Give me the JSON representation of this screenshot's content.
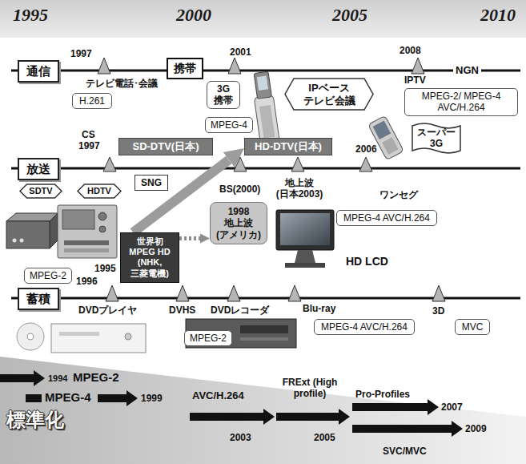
{
  "diagram": {
    "nodes": [
      {
        "text": [
          "通信"
        ]
      },
      {
        "text": [
          "H.261"
        ]
      },
      {
        "text": [
          "携帯"
        ]
      },
      {
        "text": [
          "3G 携帯"
        ]
      },
      {
        "text": [
          "MPEG-4"
        ]
      },
      {
        "text": [
          "IPベース テレビ会議"
        ]
      },
      {
        "text": [
          "MPEG-2/ MPEG-4 AVC/H.264"
        ]
      },
      {
        "text": [
          "スーパー 3G"
        ]
      },
      {
        "text": [
          "放送"
        ]
      },
      {
        "text": [
          "SD-DTV(日本)"
        ]
      },
      {
        "text": [
          "HD-DTV(日本)"
        ]
      },
      {
        "text": [
          "SDTV"
        ]
      },
      {
        "text": [
          "HDTV"
        ]
      },
      {
        "text": [
          "SNG"
        ]
      },
      {
        "text": [
          "MPEG-4 AVC/H.264"
        ]
      },
      {
        "text": [
          "1998 地上波 (アメリカ)"
        ]
      },
      {
        "text": [
          "MPEG-2"
        ]
      },
      {
        "text": [
          "世界初 MPEG HD (NHK, 三菱電機)"
        ]
      },
      {
        "text": [
          "蓄積"
        ]
      },
      {
        "text": [
          "MPEG-2"
        ]
      },
      {
        "text": [
          "MPEG-4 AVC/H.264"
        ]
      },
      {
        "text": [
          "MVC"
        ]
      }
    ],
    "edges": [
      {
        "from": 17,
        "to": 10,
        "arrow": "to"
      },
      {
        "from": 17,
        "to": 15,
        "arrow": "to"
      }
    ],
    "labels": [
      "1995",
      "2000",
      "2005",
      "2010",
      "1997",
      "テレビ電話･会議",
      "2001",
      "2008",
      "NGN",
      "IPTV",
      "CS",
      "1997",
      "BS(2000)",
      "地上波 (日本2003)",
      "2006",
      "ワンセグ",
      "1995",
      "HD LCD",
      "1996",
      "DVDプレイヤ",
      "DVHS",
      "DVDレコーダ",
      "Blu-ray",
      "3D",
      "1994",
      "MPEG-2",
      "MPEG-4",
      "1999",
      "AVC/H.264",
      "FRExt (High profile)",
      "2003",
      "2005",
      "Pro-Profiles",
      "2007",
      "2009",
      "SVC/MVC",
      "標準化"
    ]
  }
}
